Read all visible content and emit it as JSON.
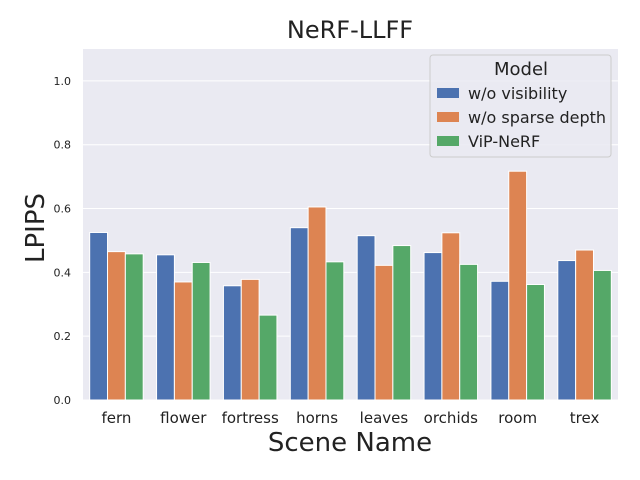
{
  "chart_data": {
    "type": "bar",
    "title": "NeRF-LLFF",
    "xlabel": "Scene Name",
    "ylabel": "LPIPS",
    "ylim": [
      0,
      1.1
    ],
    "yticks": [
      "0.0",
      "0.2",
      "0.4",
      "0.6",
      "0.8",
      "1.0"
    ],
    "grid": true,
    "categories": [
      "fern",
      "flower",
      "fortress",
      "horns",
      "leaves",
      "orchids",
      "room",
      "trex"
    ],
    "legend": {
      "title": "Model",
      "placement": "top-right"
    },
    "series": [
      {
        "name": "w/o visibility",
        "color": "#4c72b0",
        "values": [
          0.525,
          0.455,
          0.358,
          0.54,
          0.515,
          0.462,
          0.372,
          0.437
        ]
      },
      {
        "name": "w/o sparse depth",
        "color": "#dd8452",
        "values": [
          0.465,
          0.37,
          0.378,
          0.605,
          0.422,
          0.524,
          0.717,
          0.47
        ]
      },
      {
        "name": "ViP-NeRF",
        "color": "#55a868",
        "values": [
          0.458,
          0.431,
          0.266,
          0.433,
          0.484,
          0.425,
          0.362,
          0.406
        ]
      }
    ]
  }
}
